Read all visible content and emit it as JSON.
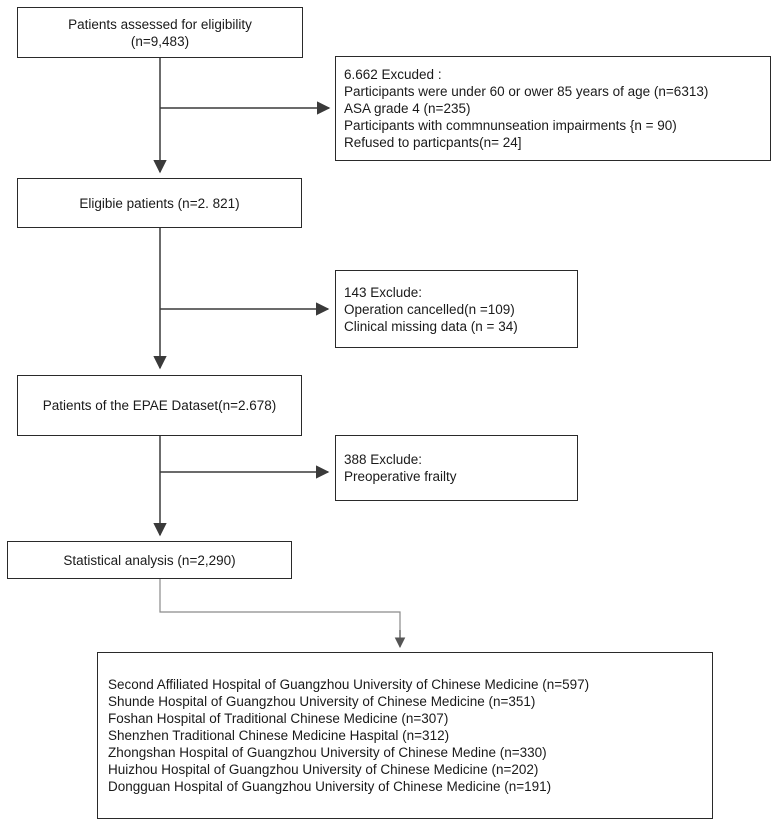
{
  "boxes": {
    "assessed": {
      "lines": [
        "Patients assessed for eligibility",
        "(n=9,483)"
      ]
    },
    "excluded1": {
      "lines": [
        "6.662 Excuded :",
        "Participants were under 60 or ower 85 years of age (n=6313)",
        "ASA grade 4  (n=235)",
        "Participants with commnunseation impairments {n = 90)",
        "Refused to particpants(n= 24]"
      ]
    },
    "eligible": {
      "lines": [
        "Eligibie patients (n=2. 821)"
      ]
    },
    "excluded2": {
      "lines": [
        "143 Exclude:",
        "Operation cancelled(n =109)",
        "Clinical missing data  (n = 34)"
      ]
    },
    "epae": {
      "lines": [
        "Patients of the EPAE Dataset(n=2.678)"
      ]
    },
    "excluded3": {
      "lines": [
        "388 Exclude:",
        "Preoperative frailty"
      ]
    },
    "analysis": {
      "lines": [
        "Statistical analysis (n=2,290)"
      ]
    },
    "hospitals": {
      "lines": [
        "Second Affiliated Hospital of Guangzhou University of Chinese Medicine (n=597)",
        "Shunde Hospital of Guangzhou University of Chinese Medicine (n=351)",
        "Foshan Hospital of Traditional Chinese Medicine (n=307)",
        "Shenzhen Traditional Chinese Medicine Haspital (n=312)",
        "Zhongshan Hospital of Guangzhou University of Chinese Medine (n=330)",
        "Huizhou Hospital of Guangzhou University of Chinese Medicine (n=202)",
        "Dongguan Hospital of Guangzhou University of Chinese Medicine (n=191)"
      ]
    }
  },
  "colors": {
    "box_border": "#2a2a2a",
    "connector": "#3a3a3a",
    "connector_light": "#8a8a8a"
  }
}
